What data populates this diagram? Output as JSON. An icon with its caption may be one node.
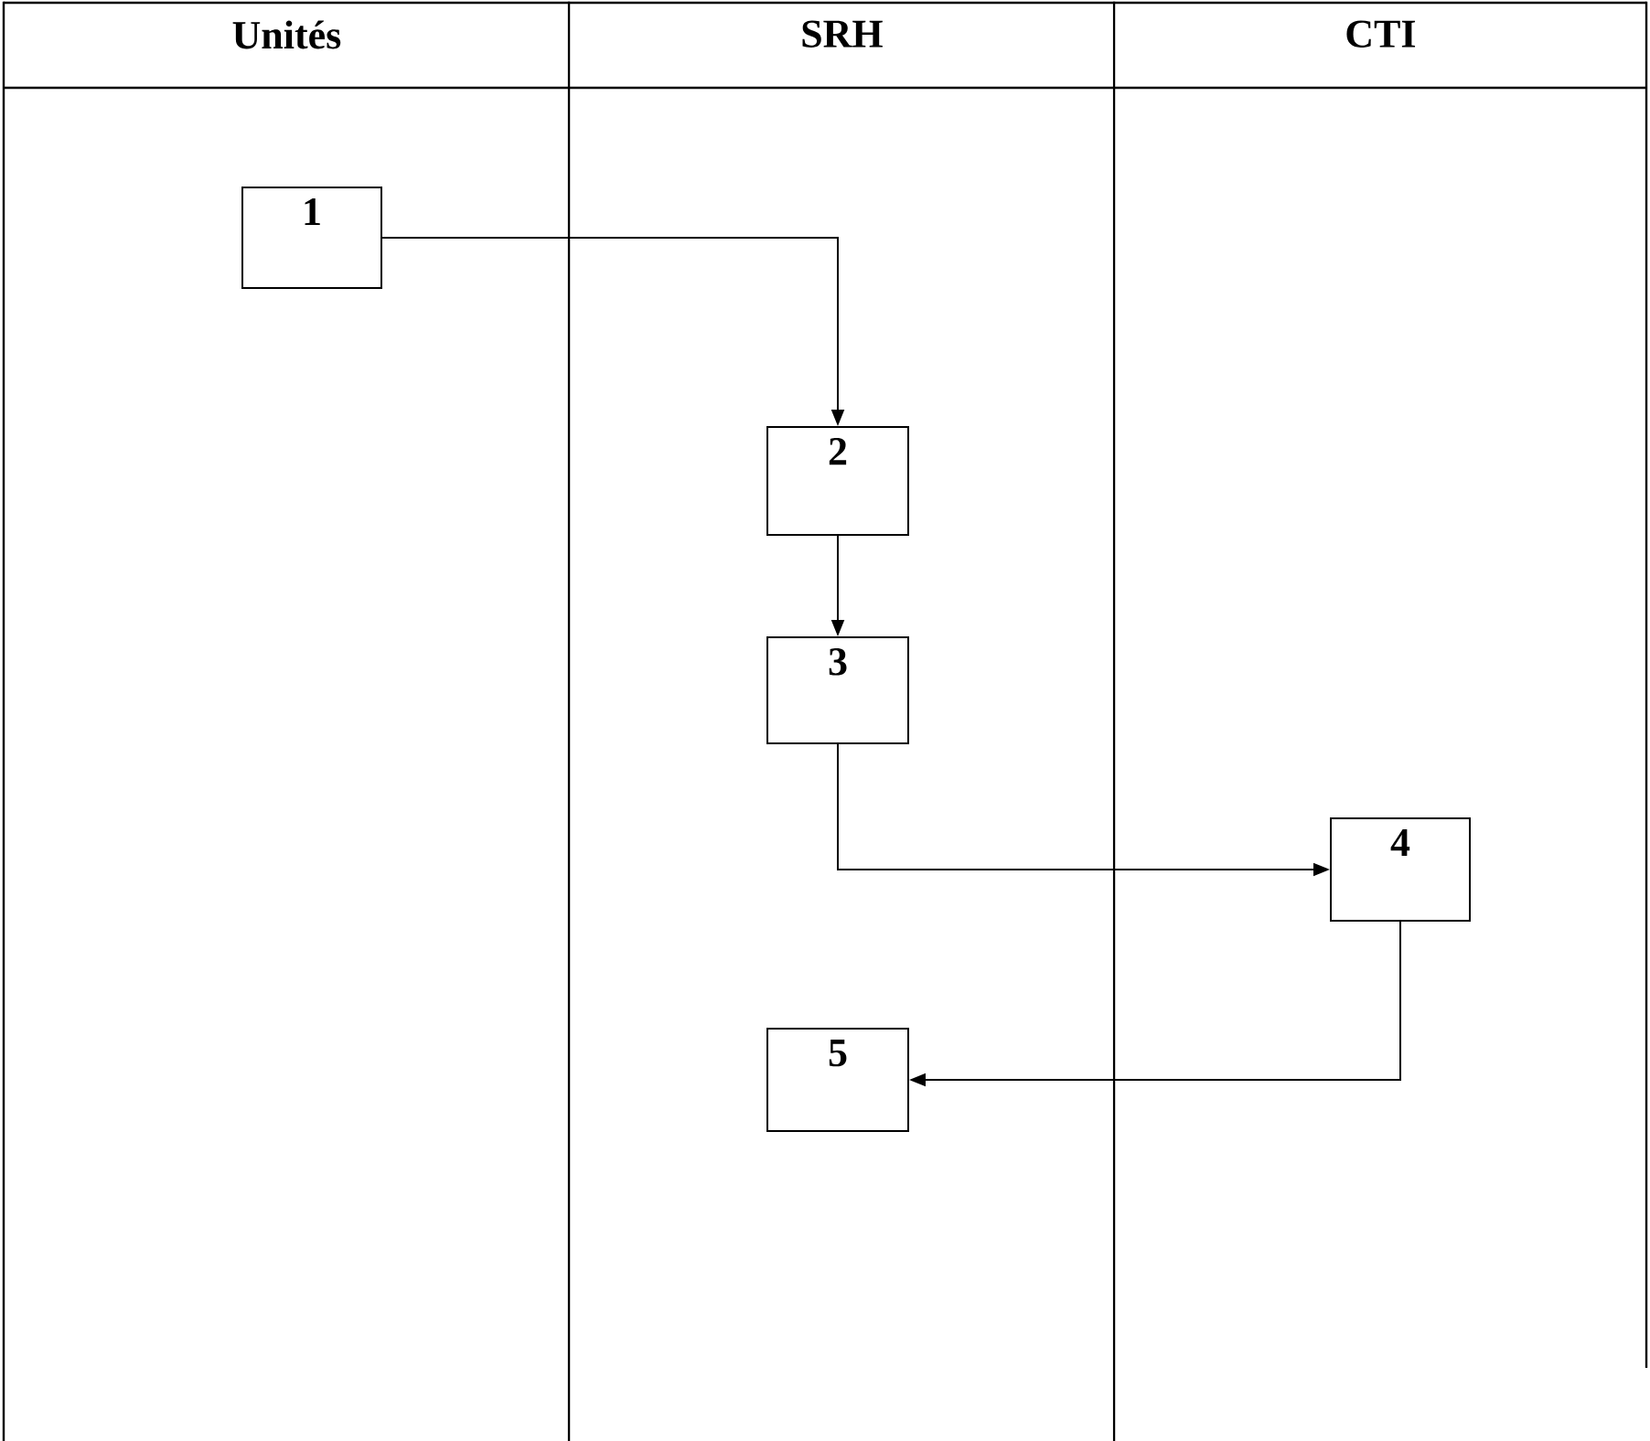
{
  "diagram": {
    "nodes": [
      {
        "text": [
          "Unités"
        ]
      },
      {
        "text": [
          "SRH"
        ]
      },
      {
        "text": [
          "CTI"
        ]
      },
      {
        "text": [
          "1"
        ],
        "in": 0
      },
      {
        "text": [
          "2"
        ],
        "in": 1
      },
      {
        "text": [
          "3"
        ],
        "in": 1
      },
      {
        "text": [
          "4"
        ],
        "in": 2
      },
      {
        "text": [
          "5"
        ],
        "in": 1
      }
    ],
    "edges": [
      {
        "from": 3,
        "to": 4,
        "arrow": "to"
      },
      {
        "from": 4,
        "to": 5,
        "arrow": "to"
      },
      {
        "from": 5,
        "to": 6,
        "arrow": "to"
      },
      {
        "from": 6,
        "to": 7,
        "arrow": "to"
      }
    ]
  }
}
